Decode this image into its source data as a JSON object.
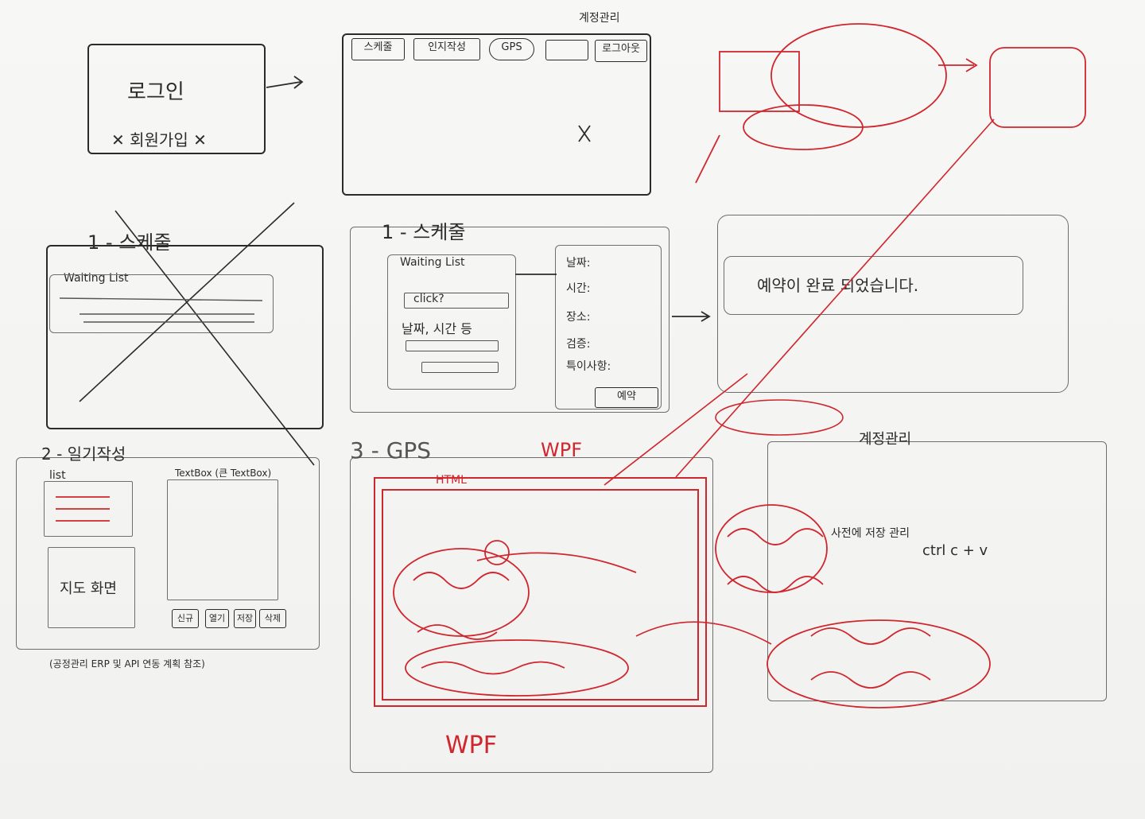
{
  "panels": {
    "login": {
      "title": "로그인",
      "signup": "회원가입"
    },
    "main": {
      "tabs": [
        "스케줄",
        "인지작성",
        "GPS",
        "",
        "로그아웃"
      ],
      "account_note": "계정관리"
    },
    "schedule_old": {
      "title": "1 - 스케줄",
      "list_label": "Waiting List"
    },
    "schedule": {
      "title": "1 - 스케줄",
      "list_label": "Waiting List",
      "click_label": "click?",
      "date_time_label": "날짜, 시간 등",
      "detail_labels": [
        "날짜:",
        "시간:",
        "장소:",
        "검증:",
        "특이사항:"
      ],
      "reserve_button": "예약"
    },
    "confirm": {
      "message": "예약이 완료 되었습니다."
    },
    "diary": {
      "title": "2 - 일기작성",
      "list_label": "list",
      "textbox_label": "TextBox (큰 TextBox)",
      "image_label": "지도 화면",
      "buttons": [
        "신규",
        "열기",
        "저장",
        "삭제"
      ],
      "footnote": "(공정관리 ERP 및 API 연동 계획 참조)"
    },
    "gps": {
      "title": "3 - GPS",
      "red_top": "WPF",
      "red_bottom": "WPF",
      "red_html": "HTML"
    },
    "account": {
      "title": "계정관리",
      "note1": "사전에 저장 관리",
      "note2": "ctrl c + v"
    }
  },
  "colors": {
    "ink": "#2b2b2b",
    "pencil": "#6e6e6e",
    "red": "#d0262e"
  }
}
